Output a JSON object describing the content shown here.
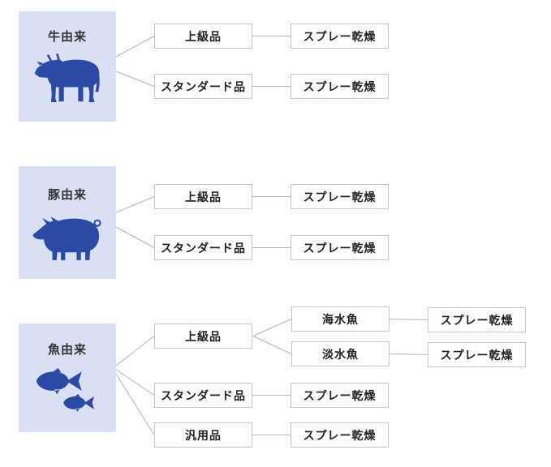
{
  "diagram_title": "",
  "colors": {
    "panel_bg": "#d9e0f5",
    "silhouette_blue": "#2b4aa3",
    "node_border": "#c5c5c5",
    "connector_line": "#b6b6b6",
    "text": "#222222"
  },
  "sections": [
    {
      "id": "cow",
      "label": "牛由来",
      "icon": "cow-icon",
      "branches": [
        {
          "label": "上級品",
          "children": [
            {
              "label": "スプレー乾燥"
            }
          ]
        },
        {
          "label": "スタンダード品",
          "children": [
            {
              "label": "スプレー乾燥"
            }
          ]
        }
      ]
    },
    {
      "id": "pig",
      "label": "豚由来",
      "icon": "pig-icon",
      "branches": [
        {
          "label": "上級品",
          "children": [
            {
              "label": "スプレー乾燥"
            }
          ]
        },
        {
          "label": "スタンダード品",
          "children": [
            {
              "label": "スプレー乾燥"
            }
          ]
        }
      ]
    },
    {
      "id": "fish",
      "label": "魚由来",
      "icon": "fish-icon",
      "branches": [
        {
          "label": "上級品",
          "children": [
            {
              "label": "海水魚",
              "children": [
                {
                  "label": "スプレー乾燥"
                }
              ]
            },
            {
              "label": "淡水魚",
              "children": [
                {
                  "label": "スプレー乾燥"
                }
              ]
            }
          ]
        },
        {
          "label": "スタンダード品",
          "children": [
            {
              "label": "スプレー乾燥"
            }
          ]
        },
        {
          "label": "汎用品",
          "children": [
            {
              "label": "スプレー乾燥"
            }
          ]
        }
      ]
    }
  ]
}
